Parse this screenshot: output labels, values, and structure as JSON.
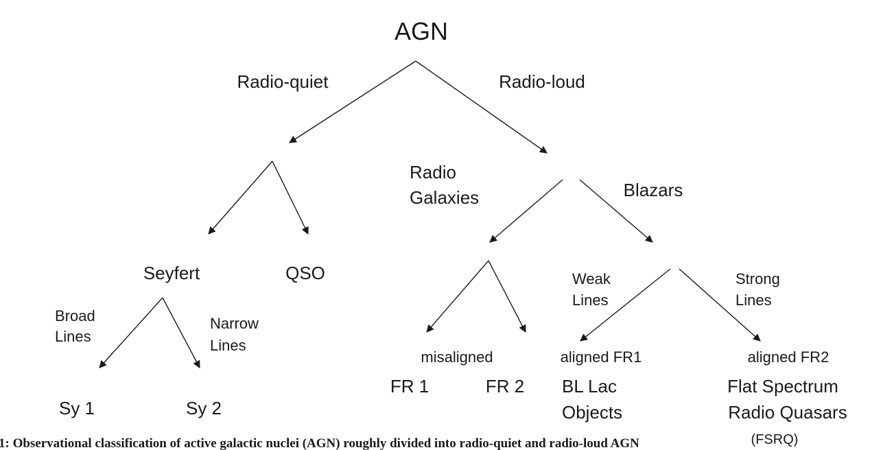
{
  "nodes": {
    "root": "AGN",
    "radio_quiet": "Radio-quiet",
    "radio_loud": "Radio-loud",
    "radio_galaxies_1": "Radio",
    "radio_galaxies_2": "Galaxies",
    "blazars": "Blazars",
    "seyfert": "Seyfert",
    "qso": "QSO",
    "broad_lines_1": "Broad",
    "broad_lines_2": "Lines",
    "narrow_lines_1": "Narrow",
    "narrow_lines_2": "Lines",
    "weak_lines_1": "Weak",
    "weak_lines_2": "Lines",
    "strong_lines_1": "Strong",
    "strong_lines_2": "Lines",
    "misaligned": "misaligned",
    "aligned_fr1": "aligned FR1",
    "aligned_fr2": "aligned FR2",
    "fr1": "FR 1",
    "fr2": "FR 2",
    "sy1": "Sy 1",
    "sy2": "Sy 2",
    "bl_lac_1": "BL Lac",
    "bl_lac_2": "Objects",
    "fsrq_1": "Flat Spectrum",
    "fsrq_2": "Radio Quasars",
    "fsrq_3": "(FSRQ)"
  },
  "caption": "1: Observational classification of active galactic nuclei (AGN) roughly divided into radio-quiet and radio-loud AGN"
}
